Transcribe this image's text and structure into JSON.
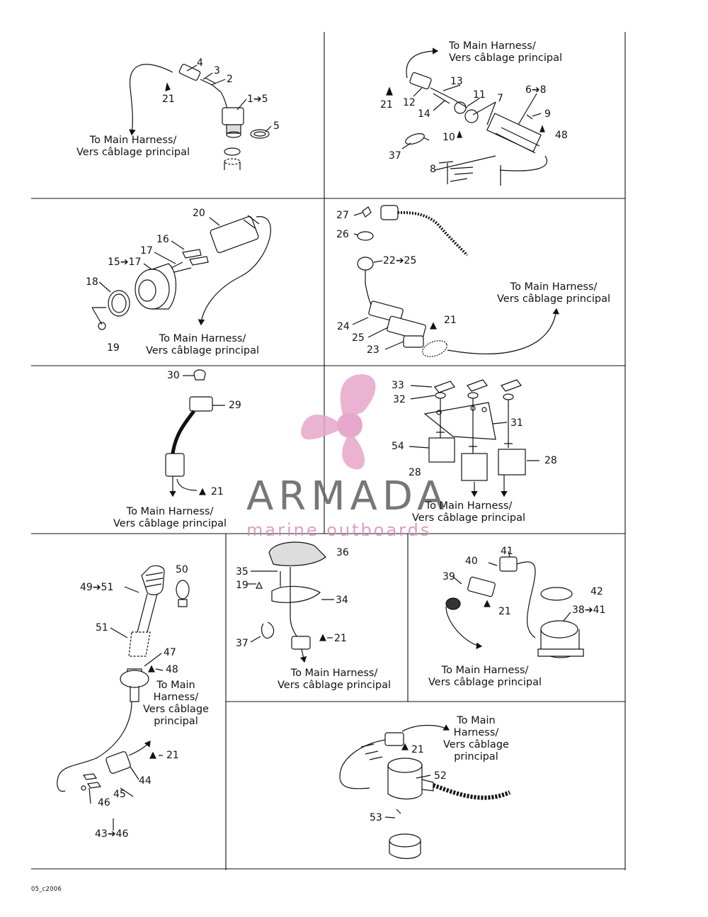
{
  "drawing_code": "05_c2006",
  "watermark": {
    "name": "ARMADA",
    "tagline": "marine outboards",
    "colors": {
      "logo": "#e7a6c9",
      "name": "#5f5f5f",
      "tagline": "#d78cb9"
    }
  },
  "harness_note": {
    "english": "To Main Harness/",
    "french": "Vers câblage principal",
    "stacked": [
      "To Main",
      "Harness/",
      "Vers câblage",
      "principal"
    ]
  },
  "panels": [
    {
      "id": "key-switch",
      "callouts": [
        "4",
        "3",
        "2",
        "1➔5",
        "5",
        "21"
      ]
    },
    {
      "id": "lanyard-switch",
      "callouts": [
        "13",
        "11",
        "7",
        "6➔8",
        "9",
        "48",
        "21",
        "12",
        "14",
        "10",
        "37",
        "8"
      ]
    },
    {
      "id": "gauge",
      "callouts": [
        "20",
        "16",
        "17",
        "15➔17",
        "18",
        "19"
      ]
    },
    {
      "id": "sender",
      "callouts": [
        "27",
        "26",
        "22➔25",
        "21",
        "24",
        "25",
        "23"
      ]
    },
    {
      "id": "connector",
      "callouts": [
        "30",
        "29",
        "21"
      ]
    },
    {
      "id": "relays",
      "callouts": [
        "33",
        "32",
        "31",
        "54",
        "28",
        "28"
      ]
    },
    {
      "id": "nav-light",
      "callouts": [
        "50",
        "49➔51",
        "51",
        "47",
        "48",
        "21",
        "44",
        "45",
        "46",
        "43➔46"
      ]
    },
    {
      "id": "hour-meter",
      "callouts": [
        "36",
        "35",
        "19",
        "34",
        "37",
        "21"
      ]
    },
    {
      "id": "meter-bracket",
      "callouts": [
        "41",
        "40",
        "39",
        "21",
        "42",
        "38➔41"
      ]
    },
    {
      "id": "horn",
      "callouts": [
        "21",
        "52",
        "53"
      ]
    }
  ]
}
